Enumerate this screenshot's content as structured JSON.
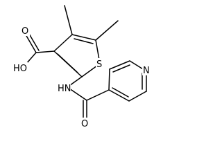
{
  "molecule": {
    "atoms": [
      {
        "id": "o-hydroxyl",
        "label": "HO"
      },
      {
        "id": "o-carbonyl-acid",
        "label": "O"
      },
      {
        "id": "s-thiophene",
        "label": "S"
      },
      {
        "id": "n-amide",
        "label": "HN"
      },
      {
        "id": "o-carbonyl-amide",
        "label": "O"
      },
      {
        "id": "n-pyridine",
        "label": "N"
      }
    ]
  }
}
